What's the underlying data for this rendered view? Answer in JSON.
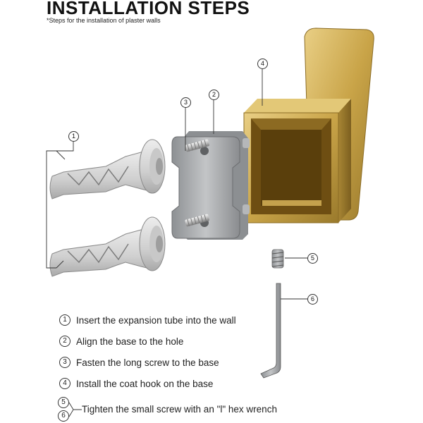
{
  "header": {
    "title": "INSTALLATION STEPS",
    "subtitle": "*Steps for the installation of plaster walls"
  },
  "callouts": {
    "anchor": "1",
    "base": "2",
    "screw": "3",
    "hook": "4",
    "small_screw": "5",
    "hex_wrench": "6"
  },
  "steps": [
    {
      "num": "1",
      "text": "Insert the expansion tube into the wall"
    },
    {
      "num": "2",
      "text": "Align the base to the hole"
    },
    {
      "num": "3",
      "text": "Fasten the long screw to the base"
    },
    {
      "num": "4",
      "text": "Install the coat hook on the base"
    }
  ],
  "final_step": {
    "nums": [
      "5",
      "6"
    ],
    "text": "Tighten the small screw with an \"l\" hex wrench"
  },
  "colors": {
    "gold": "#c9a448",
    "steel": "#a8aaac",
    "plastic": "#d9d9d9"
  }
}
